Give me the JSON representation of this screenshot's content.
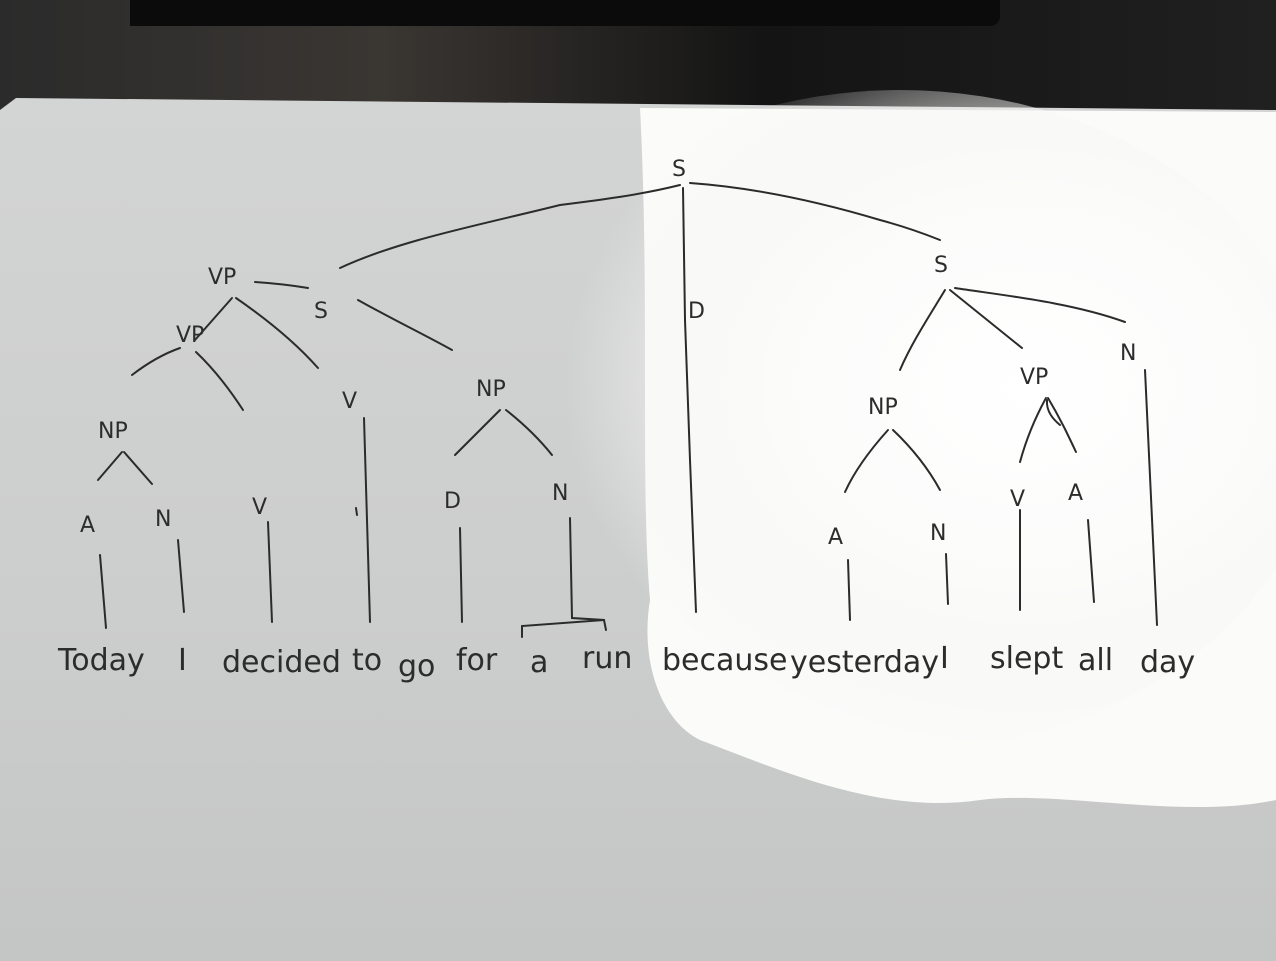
{
  "diagram": {
    "type": "syntax-tree",
    "words": [
      "Today",
      "I",
      "decided",
      "to",
      "go",
      "for",
      "a",
      "run",
      "because",
      "yesterday",
      "I",
      "slept",
      "all",
      "day"
    ],
    "nodes": {
      "root": "S",
      "left_s": "S",
      "vp_upper": "VP",
      "vp_lower": "VP",
      "np_left": "NP",
      "a_today": "A",
      "n_i_left": "N",
      "v_decided": "V",
      "v_to": "V",
      "np_mid": "NP",
      "d_for": "D",
      "n_run": "N",
      "d_because": "D",
      "right_s": "S",
      "np_right": "NP",
      "a_yesterday": "A",
      "n_i_right": "N",
      "vp_right": "VP",
      "v_slept": "V",
      "a_all": "A",
      "n_day": "N"
    },
    "colors": {
      "ink": "#2b2b2b",
      "paper": "#f1f1ef",
      "shadow": "#c7c8c8"
    }
  }
}
